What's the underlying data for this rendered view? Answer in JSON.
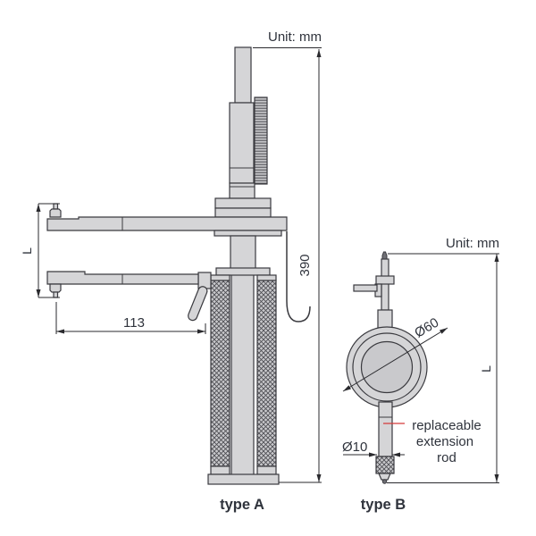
{
  "figure": {
    "type_a": {
      "unit_label": "Unit: mm",
      "caption": "type A",
      "dims": {
        "height": "390",
        "reach": "113",
        "range": "L"
      }
    },
    "type_b": {
      "unit_label": "Unit: mm",
      "caption": "type B",
      "dims": {
        "dial_diameter": "Ø60",
        "rod_diameter": "Ø10",
        "length": "L"
      },
      "annotation": {
        "full": "replaceable extension rod",
        "lines": [
          "replaceable",
          "extension",
          "rod"
        ]
      }
    },
    "colors": {
      "fill": "#d5d5d7",
      "fill_dark": "#c9c9cc",
      "outline": "#3a3a3f",
      "dim": "#2a2a2e",
      "text": "#2f333c",
      "leader": "#d43b3b",
      "bg": "#ffffff"
    }
  }
}
